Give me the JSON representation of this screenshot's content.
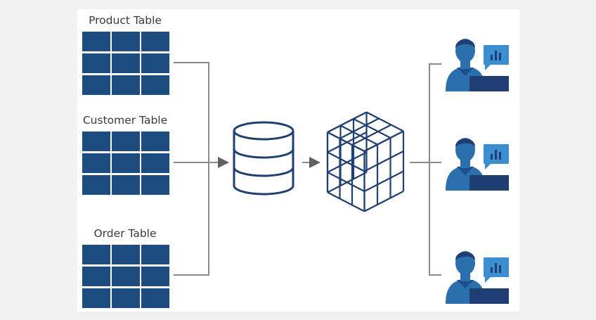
{
  "tables": [
    {
      "label": "Product Table"
    },
    {
      "label": "Customer Table"
    },
    {
      "label": "Order Table"
    }
  ],
  "icons": {
    "table": "table-grid-icon",
    "database": "database-cylinder-icon",
    "cube": "olap-cube-icon",
    "user": "user-with-chart-icon"
  },
  "users_count": 3,
  "colors": {
    "table_fill": "#1d4c80",
    "dark_blue": "#1f3f73",
    "line_gray": "#8a8a8a",
    "arrow_gray": "#606060",
    "person_blue": "#2b6fae",
    "person_dark": "#1e4f8a",
    "bubble": "#3b8fd1",
    "background": "#f1f1f2",
    "panel": "#ffffff"
  }
}
